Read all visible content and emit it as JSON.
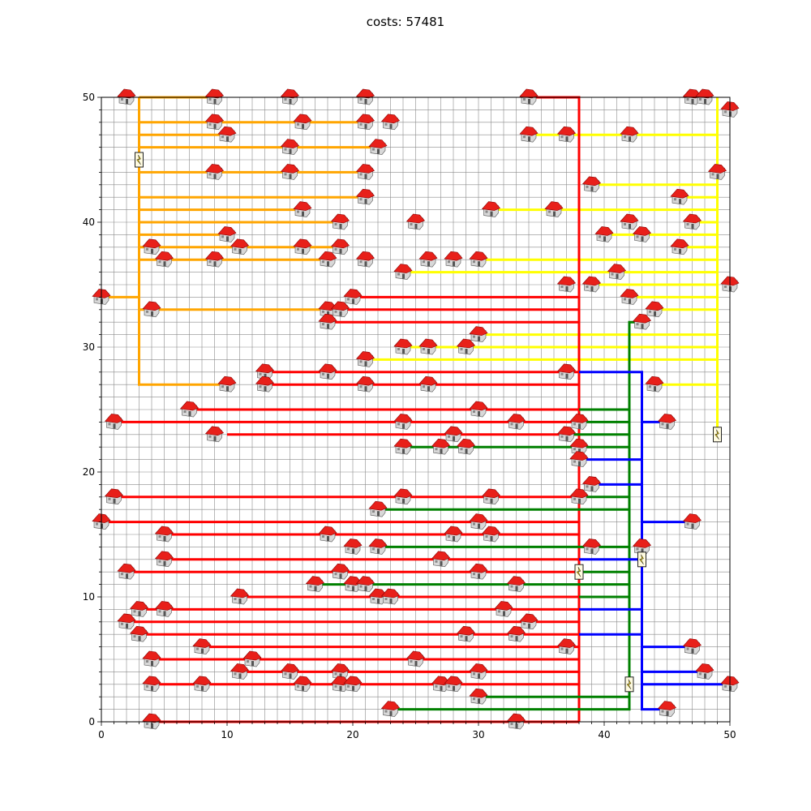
{
  "chart_data": {
    "type": "scatter",
    "title": "costs: 57481",
    "xlim": [
      0,
      50
    ],
    "ylim": [
      0,
      50
    ],
    "grid": true,
    "xticks": [
      "0",
      "10",
      "20",
      "30",
      "40",
      "50"
    ],
    "yticks": [
      "0",
      "10",
      "20",
      "30",
      "40",
      "50"
    ],
    "colors": {
      "orange": "#ffa500",
      "red": "#ff0000",
      "yellow": "#ffff00",
      "green": "#008000",
      "blue": "#0000ff",
      "dark_red": "#b03010",
      "roof": "#e8201a",
      "wall": "#d8d8d8"
    },
    "batteries": [
      {
        "x": 3,
        "y": 45,
        "color": "orange"
      },
      {
        "x": 49,
        "y": 23,
        "color": "yellow"
      },
      {
        "x": 43,
        "y": 13,
        "color": "blue"
      },
      {
        "x": 38,
        "y": 12,
        "color": "red"
      },
      {
        "x": 42,
        "y": 3,
        "color": "green"
      }
    ],
    "houses": [
      [
        2,
        50
      ],
      [
        9,
        50
      ],
      [
        15,
        50
      ],
      [
        21,
        50
      ],
      [
        34,
        50
      ],
      [
        47,
        50
      ],
      [
        48,
        50
      ],
      [
        50,
        49
      ],
      [
        9,
        48
      ],
      [
        16,
        48
      ],
      [
        21,
        48
      ],
      [
        23,
        48
      ],
      [
        10,
        47
      ],
      [
        34,
        47
      ],
      [
        37,
        47
      ],
      [
        42,
        47
      ],
      [
        15,
        46
      ],
      [
        22,
        46
      ],
      [
        9,
        44
      ],
      [
        15,
        44
      ],
      [
        21,
        44
      ],
      [
        49,
        44
      ],
      [
        39,
        43
      ],
      [
        21,
        42
      ],
      [
        46,
        42
      ],
      [
        16,
        41
      ],
      [
        31,
        41
      ],
      [
        36,
        41
      ],
      [
        19,
        40
      ],
      [
        25,
        40
      ],
      [
        42,
        40
      ],
      [
        47,
        40
      ],
      [
        10,
        39
      ],
      [
        40,
        39
      ],
      [
        43,
        39
      ],
      [
        4,
        38
      ],
      [
        11,
        38
      ],
      [
        16,
        38
      ],
      [
        19,
        38
      ],
      [
        46,
        38
      ],
      [
        5,
        37
      ],
      [
        9,
        37
      ],
      [
        18,
        37
      ],
      [
        21,
        37
      ],
      [
        26,
        37
      ],
      [
        28,
        37
      ],
      [
        30,
        37
      ],
      [
        24,
        36
      ],
      [
        41,
        36
      ],
      [
        37,
        35
      ],
      [
        39,
        35
      ],
      [
        50,
        35
      ],
      [
        0,
        34
      ],
      [
        20,
        34
      ],
      [
        42,
        34
      ],
      [
        4,
        33
      ],
      [
        18,
        33
      ],
      [
        19,
        33
      ],
      [
        44,
        33
      ],
      [
        18,
        32
      ],
      [
        43,
        32
      ],
      [
        30,
        31
      ],
      [
        24,
        30
      ],
      [
        26,
        30
      ],
      [
        29,
        30
      ],
      [
        21,
        29
      ],
      [
        13,
        28
      ],
      [
        18,
        28
      ],
      [
        37,
        28
      ],
      [
        10,
        27
      ],
      [
        13,
        27
      ],
      [
        21,
        27
      ],
      [
        26,
        27
      ],
      [
        44,
        27
      ],
      [
        7,
        25
      ],
      [
        30,
        25
      ],
      [
        1,
        24
      ],
      [
        24,
        24
      ],
      [
        33,
        24
      ],
      [
        38,
        24
      ],
      [
        45,
        24
      ],
      [
        9,
        23
      ],
      [
        28,
        23
      ],
      [
        37,
        23
      ],
      [
        24,
        22
      ],
      [
        27,
        22
      ],
      [
        29,
        22
      ],
      [
        38,
        22
      ],
      [
        38,
        21
      ],
      [
        39,
        19
      ],
      [
        1,
        18
      ],
      [
        24,
        18
      ],
      [
        31,
        18
      ],
      [
        38,
        18
      ],
      [
        22,
        17
      ],
      [
        0,
        16
      ],
      [
        30,
        16
      ],
      [
        47,
        16
      ],
      [
        5,
        15
      ],
      [
        18,
        15
      ],
      [
        28,
        15
      ],
      [
        31,
        15
      ],
      [
        20,
        14
      ],
      [
        22,
        14
      ],
      [
        39,
        14
      ],
      [
        43,
        14
      ],
      [
        5,
        13
      ],
      [
        27,
        13
      ],
      [
        2,
        12
      ],
      [
        19,
        12
      ],
      [
        30,
        12
      ],
      [
        17,
        11
      ],
      [
        20,
        11
      ],
      [
        21,
        11
      ],
      [
        33,
        11
      ],
      [
        11,
        10
      ],
      [
        22,
        10
      ],
      [
        23,
        10
      ],
      [
        3,
        9
      ],
      [
        5,
        9
      ],
      [
        32,
        9
      ],
      [
        2,
        8
      ],
      [
        34,
        8
      ],
      [
        3,
        7
      ],
      [
        29,
        7
      ],
      [
        33,
        7
      ],
      [
        8,
        6
      ],
      [
        37,
        6
      ],
      [
        47,
        6
      ],
      [
        4,
        5
      ],
      [
        12,
        5
      ],
      [
        25,
        5
      ],
      [
        11,
        4
      ],
      [
        15,
        4
      ],
      [
        19,
        4
      ],
      [
        30,
        4
      ],
      [
        48,
        4
      ],
      [
        4,
        3
      ],
      [
        8,
        3
      ],
      [
        16,
        3
      ],
      [
        19,
        3
      ],
      [
        20,
        3
      ],
      [
        27,
        3
      ],
      [
        28,
        3
      ],
      [
        50,
        3
      ],
      [
        30,
        2
      ],
      [
        23,
        1
      ],
      [
        45,
        1
      ],
      [
        4,
        0
      ],
      [
        33,
        0
      ]
    ],
    "cables": {
      "orange": [
        [
          [
            3,
            50
          ],
          [
            3,
            27
          ],
          [
            10,
            27
          ]
        ],
        [
          [
            9,
            50
          ],
          [
            3,
            50
          ]
        ],
        [
          [
            21,
            48
          ],
          [
            3,
            48
          ]
        ],
        [
          [
            10,
            47
          ],
          [
            3,
            47
          ]
        ],
        [
          [
            22,
            46
          ],
          [
            3,
            46
          ]
        ],
        [
          [
            21,
            44
          ],
          [
            3,
            44
          ]
        ],
        [
          [
            21,
            42
          ],
          [
            3,
            42
          ]
        ],
        [
          [
            16,
            41
          ],
          [
            3,
            41
          ]
        ],
        [
          [
            19,
            40
          ],
          [
            3,
            40
          ]
        ],
        [
          [
            10,
            39
          ],
          [
            3,
            39
          ]
        ],
        [
          [
            19,
            38
          ],
          [
            3,
            38
          ]
        ],
        [
          [
            18,
            37
          ],
          [
            3,
            37
          ]
        ],
        [
          [
            0,
            34
          ],
          [
            3,
            34
          ]
        ],
        [
          [
            18,
            33
          ],
          [
            3,
            33
          ]
        ]
      ],
      "yellow": [
        [
          [
            49,
            50
          ],
          [
            49,
            23
          ]
        ],
        [
          [
            34,
            47
          ],
          [
            49,
            47
          ]
        ],
        [
          [
            39,
            43
          ],
          [
            49,
            43
          ]
        ],
        [
          [
            46,
            42
          ],
          [
            49,
            42
          ]
        ],
        [
          [
            31,
            41
          ],
          [
            49,
            41
          ]
        ],
        [
          [
            47,
            40
          ],
          [
            49,
            40
          ]
        ],
        [
          [
            40,
            39
          ],
          [
            49,
            39
          ]
        ],
        [
          [
            46,
            38
          ],
          [
            49,
            38
          ]
        ],
        [
          [
            30,
            37
          ],
          [
            49,
            37
          ]
        ],
        [
          [
            24,
            36
          ],
          [
            49,
            36
          ]
        ],
        [
          [
            39,
            35
          ],
          [
            49,
            35
          ]
        ],
        [
          [
            42,
            34
          ],
          [
            49,
            34
          ]
        ],
        [
          [
            44,
            33
          ],
          [
            49,
            33
          ]
        ],
        [
          [
            30,
            31
          ],
          [
            49,
            31
          ]
        ],
        [
          [
            24,
            30
          ],
          [
            49,
            30
          ]
        ],
        [
          [
            21,
            29
          ],
          [
            49,
            29
          ]
        ],
        [
          [
            44,
            27
          ],
          [
            49,
            27
          ]
        ]
      ],
      "red": [
        [
          [
            34,
            50
          ],
          [
            38,
            50
          ],
          [
            38,
            0
          ]
        ],
        [
          [
            20,
            34
          ],
          [
            38,
            34
          ]
        ],
        [
          [
            19,
            33
          ],
          [
            38,
            33
          ]
        ],
        [
          [
            18,
            32
          ],
          [
            38,
            32
          ]
        ],
        [
          [
            13,
            28
          ],
          [
            38,
            28
          ]
        ],
        [
          [
            13,
            27
          ],
          [
            38,
            27
          ]
        ],
        [
          [
            7,
            25
          ],
          [
            38,
            25
          ]
        ],
        [
          [
            1,
            24
          ],
          [
            38,
            24
          ]
        ],
        [
          [
            10,
            23
          ],
          [
            38,
            23
          ]
        ],
        [
          [
            1,
            18
          ],
          [
            38,
            18
          ]
        ],
        [
          [
            0,
            16
          ],
          [
            38,
            16
          ]
        ],
        [
          [
            5,
            15
          ],
          [
            38,
            15
          ]
        ],
        [
          [
            5,
            13
          ],
          [
            38,
            13
          ]
        ],
        [
          [
            2,
            12
          ],
          [
            38,
            12
          ]
        ],
        [
          [
            11,
            10
          ],
          [
            38,
            10
          ]
        ],
        [
          [
            3,
            9
          ],
          [
            38,
            9
          ]
        ],
        [
          [
            2,
            8
          ],
          [
            38,
            8
          ]
        ],
        [
          [
            3,
            7
          ],
          [
            38,
            7
          ]
        ],
        [
          [
            8,
            6
          ],
          [
            38,
            6
          ]
        ],
        [
          [
            4,
            5
          ],
          [
            38,
            5
          ]
        ],
        [
          [
            11,
            4
          ],
          [
            38,
            4
          ]
        ],
        [
          [
            4,
            3
          ],
          [
            38,
            3
          ]
        ],
        [
          [
            4,
            0
          ],
          [
            38,
            0
          ]
        ]
      ],
      "green": [
        [
          [
            43,
            32
          ],
          [
            42,
            32
          ],
          [
            42,
            1
          ],
          [
            23,
            1
          ]
        ],
        [
          [
            38,
            25
          ],
          [
            42,
            25
          ]
        ],
        [
          [
            38,
            24
          ],
          [
            42,
            24
          ]
        ],
        [
          [
            37,
            23
          ],
          [
            42,
            23
          ]
        ],
        [
          [
            24,
            22
          ],
          [
            42,
            22
          ]
        ],
        [
          [
            38,
            18
          ],
          [
            42,
            18
          ]
        ],
        [
          [
            22,
            17
          ],
          [
            42,
            17
          ]
        ],
        [
          [
            22,
            14
          ],
          [
            42,
            14
          ]
        ],
        [
          [
            38,
            12
          ],
          [
            42,
            12
          ]
        ],
        [
          [
            17,
            11
          ],
          [
            42,
            11
          ]
        ],
        [
          [
            38,
            10
          ],
          [
            42,
            10
          ]
        ],
        [
          [
            30,
            2
          ],
          [
            42,
            2
          ]
        ]
      ],
      "blue": [
        [
          [
            38,
            28
          ],
          [
            43,
            28
          ],
          [
            43,
            1
          ],
          [
            45,
            1
          ]
        ],
        [
          [
            45,
            24
          ],
          [
            43,
            24
          ]
        ],
        [
          [
            38,
            21
          ],
          [
            43,
            21
          ]
        ],
        [
          [
            39,
            19
          ],
          [
            43,
            19
          ]
        ],
        [
          [
            47,
            16
          ],
          [
            43,
            16
          ]
        ],
        [
          [
            38,
            13
          ],
          [
            43,
            13
          ]
        ],
        [
          [
            38,
            9
          ],
          [
            43,
            9
          ]
        ],
        [
          [
            38,
            7
          ],
          [
            43,
            7
          ]
        ],
        [
          [
            47,
            6
          ],
          [
            43,
            6
          ]
        ],
        [
          [
            48,
            4
          ],
          [
            43,
            4
          ]
        ],
        [
          [
            50,
            3
          ],
          [
            43,
            3
          ]
        ]
      ]
    }
  }
}
